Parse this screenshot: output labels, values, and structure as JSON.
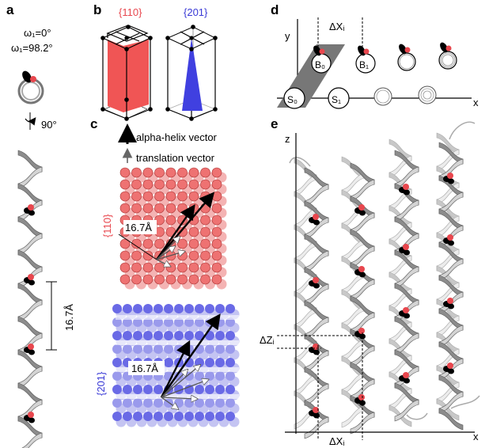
{
  "panels": {
    "a": {
      "letter": "a",
      "omega_line1": "ω₁=0°",
      "omega_line2": "ω₁=98.2°",
      "rotation": "90°",
      "pitch": "16.7Å"
    },
    "b": {
      "letter": "b",
      "face1": "{110}",
      "face2": "{201}"
    },
    "c": {
      "letter": "c",
      "legend_helix": "alpha-helix vector",
      "legend_translation": "translation vector",
      "plane1": "{110}",
      "plane2": "{201}",
      "spacing1": "16.7Å",
      "spacing2": "16.7Å"
    },
    "d": {
      "letter": "d",
      "y_axis": "y",
      "x_axis": "x",
      "delta": "ΔXᵢ",
      "b0": "B₀",
      "b1": "B₁",
      "s0": "S₀",
      "s1": "S₁"
    },
    "e": {
      "letter": "e",
      "z_axis": "z",
      "x_axis": "x",
      "delta_z": "ΔZᵢ",
      "delta_x": "ΔXᵢ"
    }
  },
  "colors": {
    "red": "#e8474e",
    "blue": "#3a3ad6",
    "helix": "#8c8c8c"
  }
}
